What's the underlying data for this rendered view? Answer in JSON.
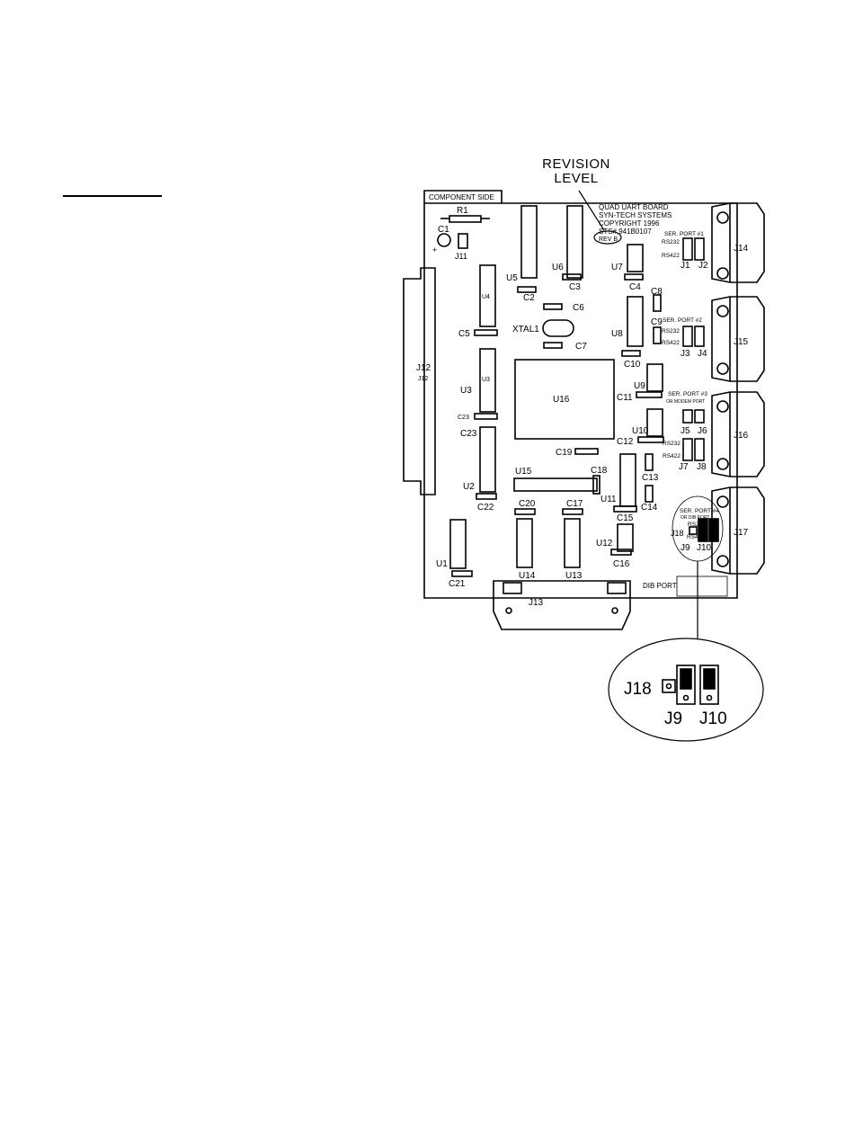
{
  "annotation": {
    "line1": "REVISION",
    "line2": "LEVEL"
  },
  "board": {
    "component_side": "COMPONENT SIDE",
    "header_lines": [
      "QUAD UART BOARD",
      "SYN-TECH SYSTEMS",
      "COPYRIGHT 1996",
      "STS# 941B0107"
    ],
    "rev": "REV B",
    "dib_port": "DIB PORT",
    "ser_port_1": "SER. PORT #1",
    "ser_port_2": "SER. PORT #2",
    "ser_port_3a": "SER. PORT #3",
    "ser_port_3b": "OR MODEM PORT",
    "ser_port_4a": "SER. PORT #4",
    "ser_port_4b": "OR DIB PORT",
    "rs232": "RS232",
    "rs422": "RS422"
  },
  "components": {
    "R1": "R1",
    "C1": "C1",
    "J11": "J11",
    "J12": "J12",
    "J12_small": "J12",
    "U1": "U1",
    "U2": "U2",
    "U3": "U3",
    "U3_small": "U3",
    "U4": "U4",
    "U5": "U5",
    "U6": "U6",
    "U7": "U7",
    "U8": "U8",
    "U9": "U9",
    "U10": "U10",
    "U11": "U11",
    "U12": "U12",
    "U13": "U13",
    "U14": "U14",
    "U15": "U15",
    "U16": "U16",
    "XTAL1": "XTAL1",
    "C2": "C2",
    "C3": "C3",
    "C4": "C4",
    "C5": "C5",
    "C6": "C6",
    "C7": "C7",
    "C8": "C8",
    "C9": "C9",
    "C10": "C10",
    "C11": "C11",
    "C12": "C12",
    "C13": "C13",
    "C14": "C14",
    "C15": "C15",
    "C16": "C16",
    "C17": "C17",
    "C18": "C18",
    "C19": "C19",
    "C20": "C20",
    "C21": "C21",
    "C22": "C22",
    "C23": "C23",
    "C23_small": "C23",
    "J1": "J1",
    "J2": "J2",
    "J3": "J3",
    "J4": "J4",
    "J5": "J5",
    "J6": "J6",
    "J7": "J7",
    "J8": "J8",
    "J9": "J9",
    "J10": "J10",
    "J13": "J13",
    "J14": "J14",
    "J15": "J15",
    "J16": "J16",
    "J17": "J17",
    "J18": "J18"
  },
  "detail": {
    "J18": "J18",
    "J9": "J9",
    "J10": "J10"
  }
}
